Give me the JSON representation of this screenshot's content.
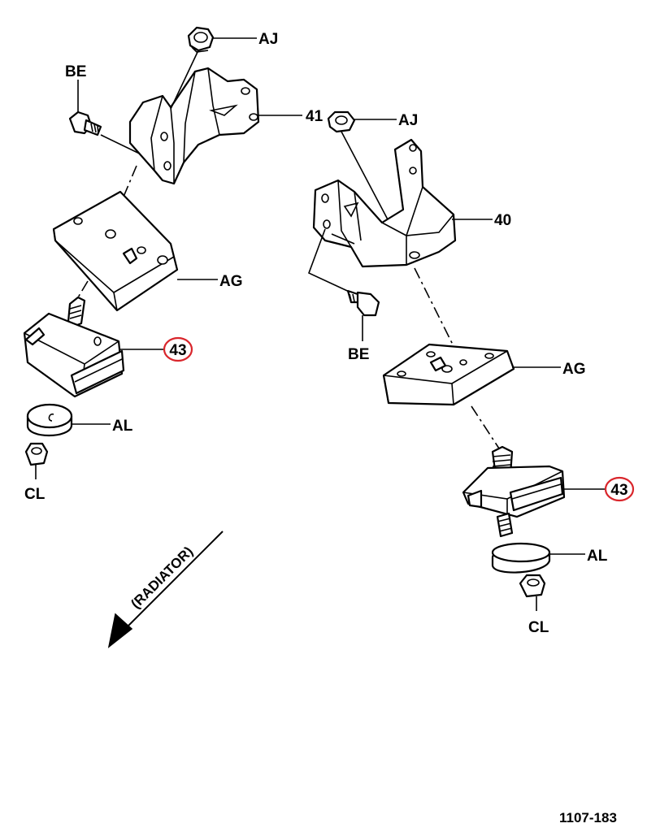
{
  "labels": {
    "aj_left": "AJ",
    "be_left": "BE",
    "ref_41": "41",
    "aj_right": "AJ",
    "ref_40": "40",
    "ag_left": "AG",
    "be_right": "BE",
    "ref_43_left": "43",
    "ag_right": "AG",
    "al_left": "AL",
    "cl_left": "CL",
    "ref_43_right": "43",
    "al_right": "AL",
    "cl_right": "CL",
    "radiator": "(RADIATOR)",
    "figure_number": "1107-183"
  },
  "colors": {
    "highlight_circle": "#d9262c",
    "ink": "#000000"
  }
}
